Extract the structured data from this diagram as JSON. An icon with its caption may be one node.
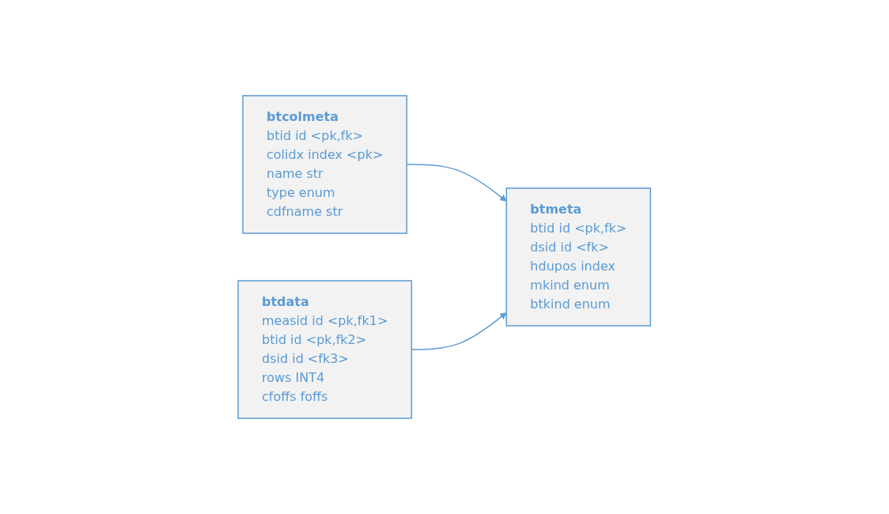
{
  "diagram": {
    "nodes": [
      {
        "text": [
          "btcolmeta",
          "btid id <pk,fk>",
          "colidx index <pk>",
          "name str",
          "type enum",
          "cdfname str"
        ]
      },
      {
        "text": [
          "btmeta",
          "btid id <pk,fk>",
          "dsid id <fk>",
          "hdupos index",
          "mkind enum",
          "btkind enum"
        ]
      },
      {
        "text": [
          "btdata",
          "measid id <pk,fk1>",
          "btid id <pk,fk2>",
          "dsid id <fk3>",
          "rows INT4",
          "cfoffs foffs"
        ]
      }
    ],
    "edges": [
      {
        "from": 0,
        "to": 1,
        "arrow": "to"
      },
      {
        "from": 2,
        "to": 1,
        "arrow": "to"
      }
    ]
  }
}
